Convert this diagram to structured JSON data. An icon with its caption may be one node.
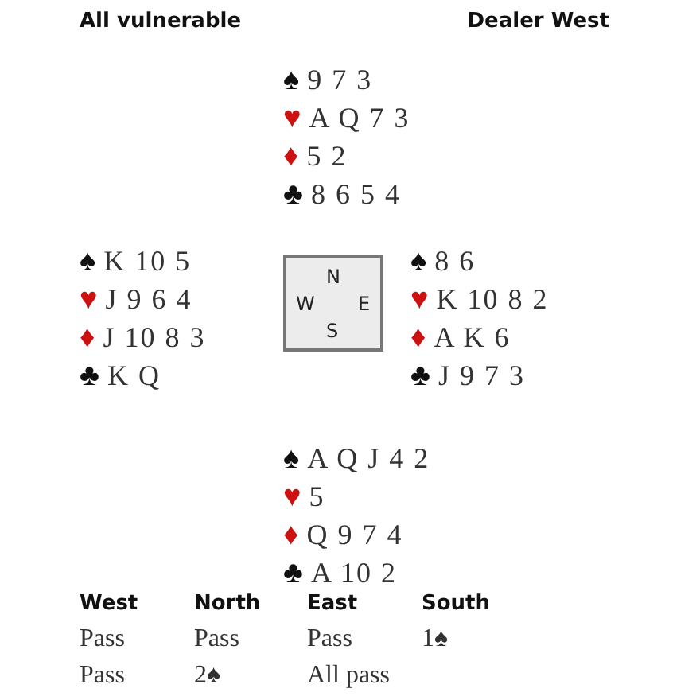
{
  "diagram": {
    "nodes": [
      {
        "text": [
          "N",
          "W",
          "E",
          "S"
        ]
      }
    ],
    "edges": [],
    "labels": [
      "All vulnerable",
      "Dealer West",
      "♠ 9 7 3",
      "♥ A Q 7 3",
      "♦ 5 2",
      "♣ 8 6 5 4",
      "♠ K 10 5",
      "♥ J 9 6 4",
      "♦ J 10 8 3",
      "♣ K Q",
      "♠ 8 6",
      "♥ K 10 8 2",
      "♦ A K 6",
      "♣ J 9 7 3",
      "♠ A Q J 4 2",
      "♥ 5",
      "♦ Q 9 7 4",
      "♣ A 10 2",
      "West",
      "North",
      "East",
      "South",
      "Pass",
      "Pass",
      "Pass",
      "1♠",
      "Pass",
      "2♠",
      "All pass"
    ]
  }
}
